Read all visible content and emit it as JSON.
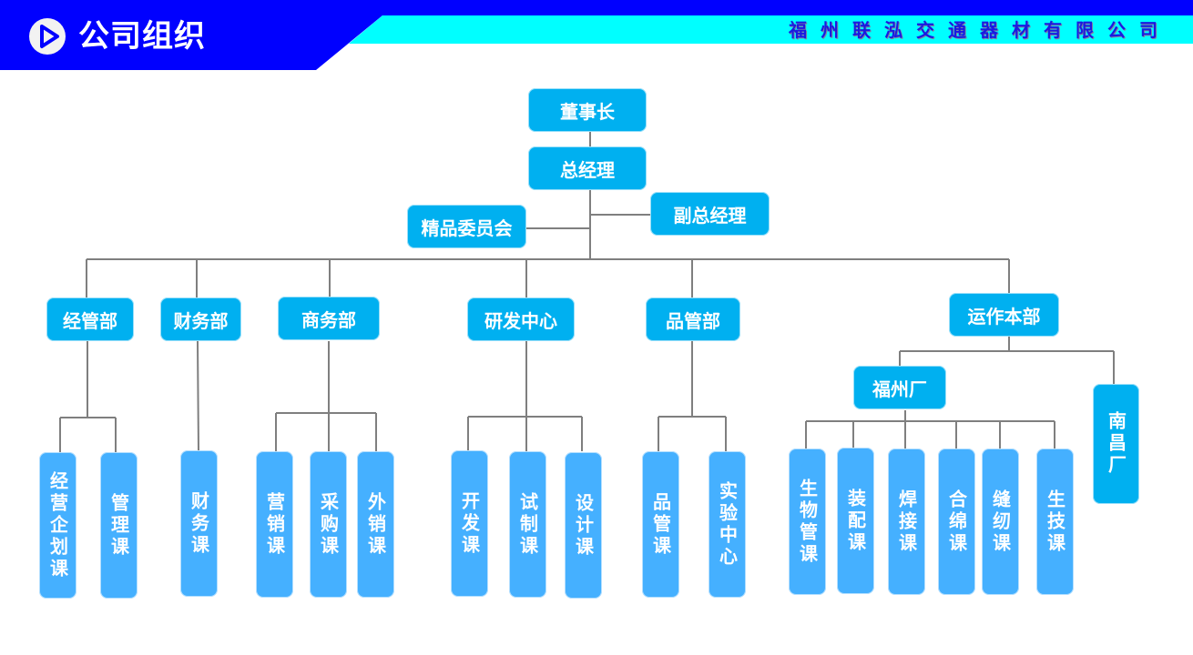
{
  "header": {
    "title": "公司组织",
    "company": "福州联泓交通器材有限公司",
    "icon": "play-circle-icon",
    "colors": {
      "primary_blue": "#0000FF",
      "accent_cyan": "#00FFFF",
      "node_blue": "#00B0F0",
      "leaf_blue": "#45B0FF",
      "connector": "#7F7F7F"
    }
  },
  "org": {
    "chairman": "董事长",
    "general_manager": "总经理",
    "quality_committee": "精品委员会",
    "deputy_gm": "副总经理",
    "departments": [
      {
        "name": "经管部",
        "units": [
          "经营企划课",
          "管理课"
        ]
      },
      {
        "name": "财务部",
        "units": [
          "财务课"
        ]
      },
      {
        "name": "商务部",
        "units": [
          "营销课",
          "采购课",
          "外销课"
        ]
      },
      {
        "name": "研发中心",
        "units": [
          "开发课",
          "试制课",
          "设计课"
        ]
      },
      {
        "name": "品管部",
        "units": [
          "品管课",
          "实验中心"
        ]
      },
      {
        "name": "运作本部",
        "plants": [
          {
            "name": "福州厂",
            "units": [
              "生物管课",
              "装配课",
              "焊接课",
              "合绵课",
              "缝纫课",
              "生技课"
            ]
          },
          {
            "name": "南昌厂",
            "units": []
          }
        ]
      }
    ]
  }
}
